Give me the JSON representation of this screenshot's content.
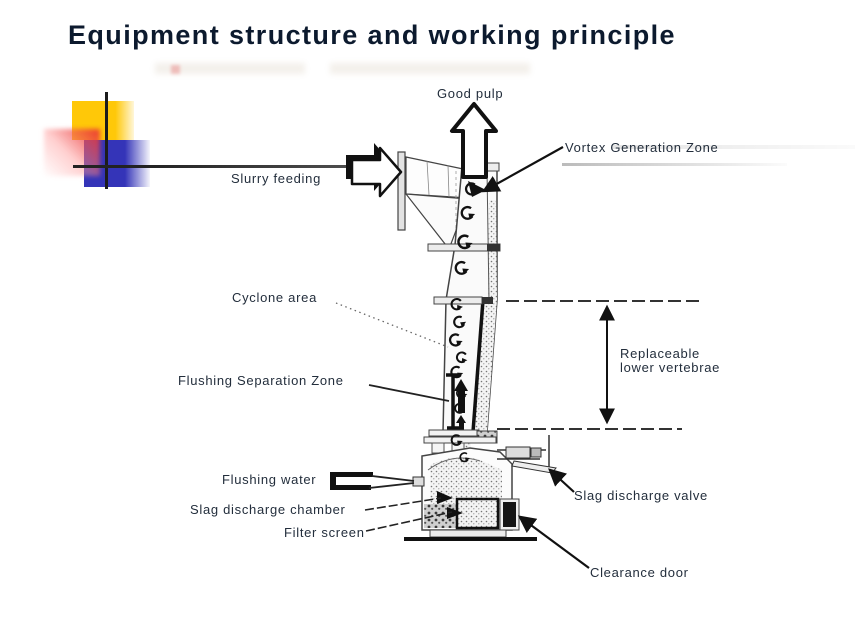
{
  "slide": {
    "title": "Equipment structure and working principle"
  },
  "colors": {
    "title_text": "#0c1a2e",
    "label_text": "#232e3c",
    "logo_yellow": "#ffc808",
    "logo_blue": "#3434b8",
    "logo_red": "#e43b3b",
    "diagram_line": "#1a1a1a",
    "stipple_gray": "#777777"
  },
  "diagram": {
    "labels": {
      "good_pulp": "Good pulp",
      "vortex_generation_zone": "Vortex Generation Zone",
      "slurry_feeding": "Slurry feeding",
      "cyclone_area": "Cyclone area",
      "flushing_separation_zone": "Flushing Separation Zone",
      "replaceable_line1": "Replaceable",
      "replaceable_line2": "lower vertebrae",
      "flushing_water": "Flushing water",
      "slag_discharge_chamber": "Slag discharge chamber",
      "filter_screen": "Filter screen",
      "slag_discharge_valve": "Slag discharge valve",
      "clearance_door": "Clearance door"
    }
  }
}
